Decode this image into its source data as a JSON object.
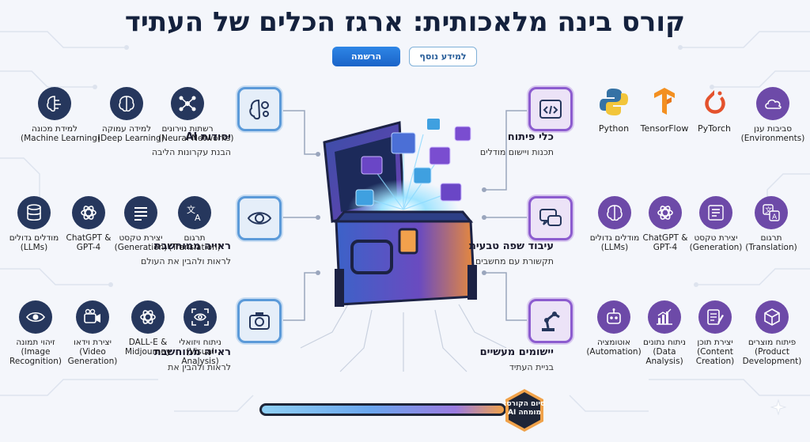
{
  "title": "קורס בינה מלאכותית: ארגז הכלים של העתיד",
  "buttons": {
    "register": "הרשמה",
    "more_info": "למידע נוסף"
  },
  "categories": [
    {
      "title": "יסודות AI",
      "subtitle": "הבנת עקרונות הליבה",
      "icon": "brain-gears-icon"
    },
    {
      "title": "ראייה ממוחשבת",
      "subtitle": "לראות ולהבין את העולם",
      "icon": "eye-icon"
    },
    {
      "title": "ראייה ממוחשבת",
      "subtitle": "לראות ולהבין את",
      "icon": "camera-icon"
    },
    {
      "title": "כלי פיתוח",
      "subtitle": "תכנות ויישום מודלים",
      "icon": "code-window-icon"
    },
    {
      "title": "עיבוד שפה טבעית",
      "subtitle": "תקשורת עם מחשבים",
      "icon": "chat-bubbles-icon"
    },
    {
      "title": "יישומים מעשיים",
      "subtitle": "בניית העתיד",
      "icon": "robot-arm-icon"
    }
  ],
  "tools_left_row1": [
    {
      "l1": "רשתות נוירונים",
      "l2": "(Neural Networks)",
      "icon": "network-icon"
    },
    {
      "l1": "למידה עמוקה",
      "l2": "(Deep Learning)",
      "icon": "brain-layers-icon"
    },
    {
      "l1": "למידת מכונה",
      "l2": "(Machine Learning)",
      "icon": "brain-circuit-icon"
    }
  ],
  "tools_left_row2": [
    {
      "l1": "תרגום",
      "l2": "(Translation)",
      "icon": "translate-icon"
    },
    {
      "l1": "יצירת טקסט",
      "l2": "(Generation)",
      "icon": "text-lines-icon"
    },
    {
      "l1": "ChatGPT &",
      "l2": "GPT-4",
      "icon": "openai-icon"
    },
    {
      "l1": "מודלים גדולים",
      "l2": "(LLMs)",
      "icon": "database-icon"
    }
  ],
  "tools_left_row3": [
    {
      "l1": "ניתוח ויזואלי",
      "l2": "(Visual",
      "l3": "Analysis)",
      "icon": "scan-eye-icon"
    },
    {
      "l1": "DALL-E &",
      "l2": "Midjourney",
      "l3": "",
      "icon": "openai-icon"
    },
    {
      "l1": "יצירת וידאו",
      "l2": "(Video",
      "l3": "Generation)",
      "icon": "video-camera-icon"
    },
    {
      "l1": "זיהוי תמונה",
      "l2": "(Image",
      "l3": "Recognition)",
      "icon": "eye-icon"
    }
  ],
  "tools_right_row1": [
    {
      "label": "Python",
      "icon": "python-icon"
    },
    {
      "label": "TensorFlow",
      "icon": "tensorflow-icon"
    },
    {
      "label": "PyTorch",
      "icon": "pytorch-icon"
    },
    {
      "l1": "סביבות ענן",
      "l2": "(Environments)",
      "icon": "cloud-icon"
    }
  ],
  "tools_right_row2": [
    {
      "l1": "מודלים גדולים",
      "l2": "(LLMs)",
      "icon": "brain-circuit-icon"
    },
    {
      "l1": "ChatGPT &",
      "l2": "GPT-4",
      "icon": "openai-icon"
    },
    {
      "l1": "יצירת טקסט",
      "l2": "(Generation)",
      "icon": "text-lines-icon"
    },
    {
      "l1": "תרגום",
      "l2": "(Translation)",
      "icon": "translate-icon"
    }
  ],
  "tools_right_row3": [
    {
      "l1": "אוטומציה",
      "l2": "(Automation)",
      "l3": "",
      "icon": "robot-icon"
    },
    {
      "l1": "ניתוח נתונים",
      "l2": "(Data",
      "l3": "Analysis)",
      "icon": "bar-chart-icon"
    },
    {
      "l1": "יצירת תוכן",
      "l2": "(Content",
      "l3": "Creation)",
      "icon": "document-pen-icon"
    },
    {
      "l1": "פיתוח מוצרים",
      "l2": "(Product",
      "l3": "Development)",
      "icon": "box-icon"
    }
  ],
  "progress": {
    "fraction": 1.0,
    "badge_line1": "סיום הקורס:",
    "badge_line2": "מומחה AI"
  },
  "colors": {
    "navy": "#26375d",
    "purple": "#6d4aa8",
    "accent_blue": "#1a63c8",
    "accent_orange": "#f0a24a"
  }
}
